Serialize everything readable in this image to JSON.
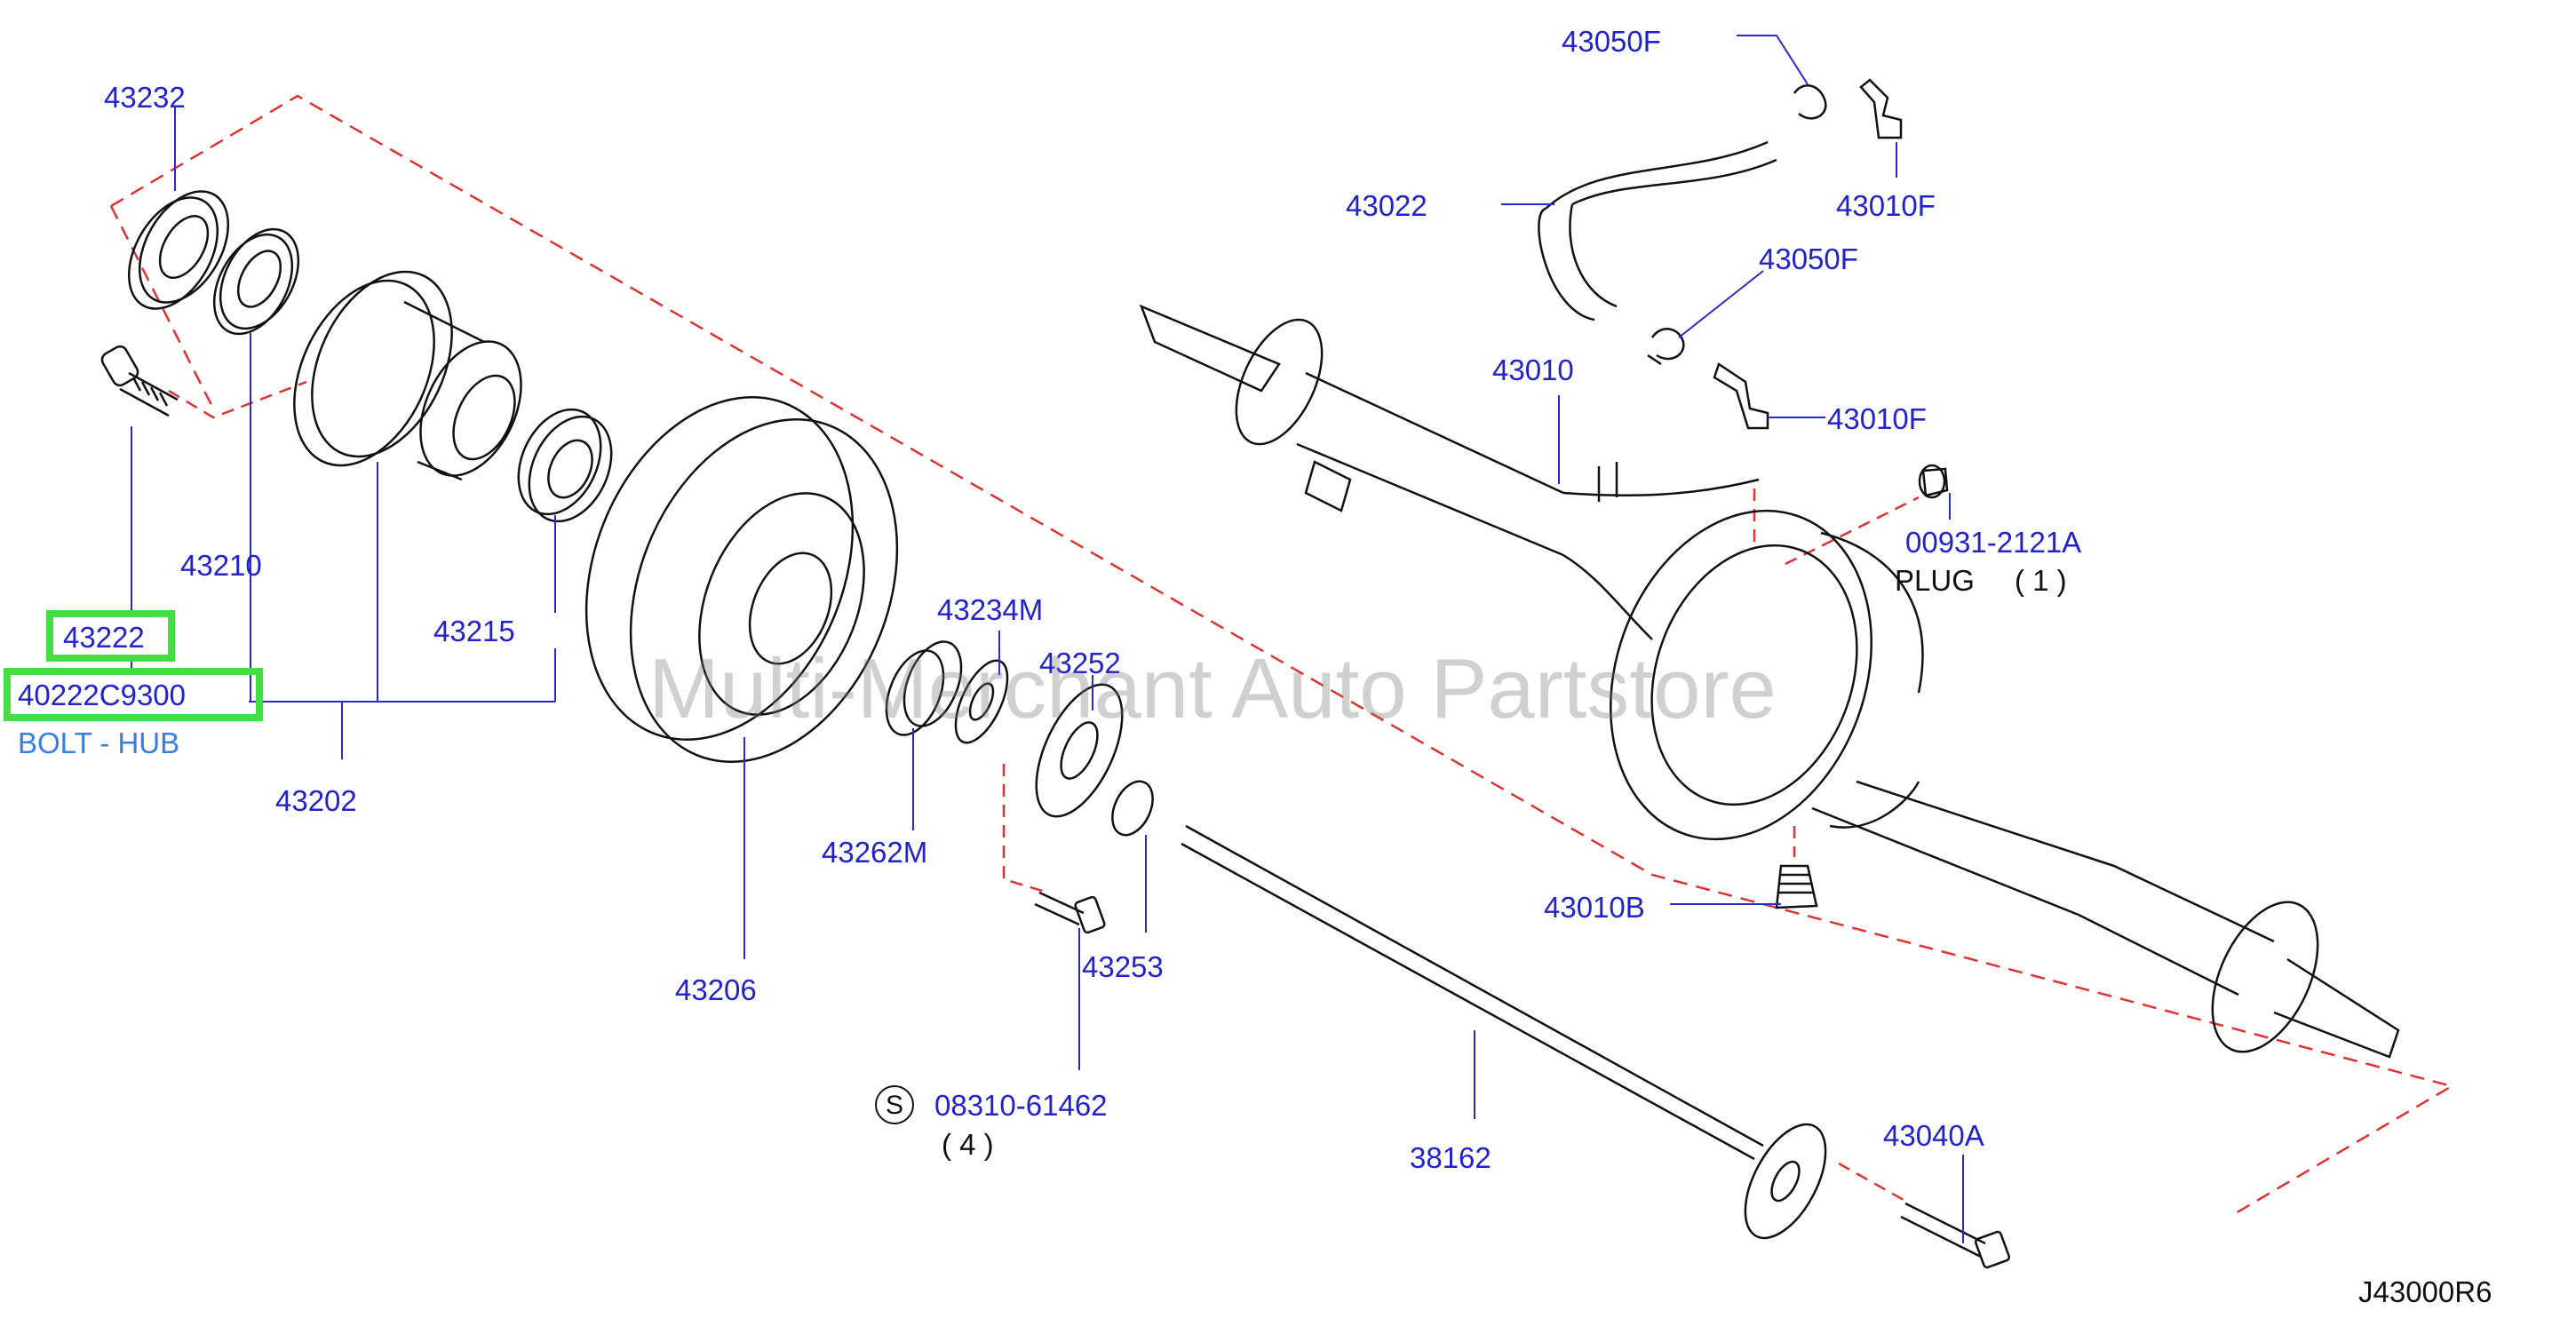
{
  "parts": {
    "p43232": "43232",
    "p43210": "43210",
    "p43222": "43222",
    "p40222": "40222C9300",
    "bolt_hub": "BOLT - HUB",
    "p43202": "43202",
    "p43215": "43215",
    "p43206": "43206",
    "p43234M": "43234M",
    "p43252": "43252",
    "p43262M": "43262M",
    "p43253": "43253",
    "p08310": "08310-61462",
    "qty4": "( 4 )",
    "s_mark": "S",
    "p43050F_top": "43050F",
    "p43022": "43022",
    "p43010F_top": "43010F",
    "p43050F_mid": "43050F",
    "p43010": "43010",
    "p43010F_mid": "43010F",
    "p00931": "00931-2121A",
    "plug": "PLUG",
    "qty1": "( 1 )",
    "p43010B": "43010B",
    "p38162": "38162",
    "p43040A": "43040A"
  },
  "watermark": "Multi-Merchant Auto Partstore",
  "diagram_code": "J43000R6",
  "colors": {
    "label": "#2222cc",
    "highlight": "#44dd44",
    "dashed_outline": "#dd3333",
    "drawing": "#111111"
  }
}
